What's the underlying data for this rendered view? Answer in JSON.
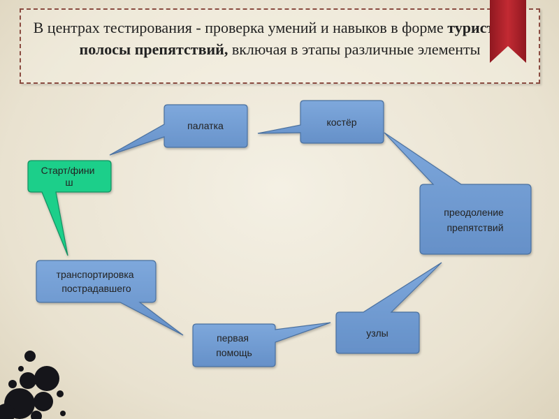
{
  "title": {
    "part1": "В центрах тестирования - проверка умений и навыков в форме ",
    "bold": "туристской полосы препятствий,",
    "part2": " включая в этапы различные элементы"
  },
  "colors": {
    "node_fill": "#6f9bd3",
    "node_stroke": "#4a6f9e",
    "start_fill": "#1fcf8a",
    "start_stroke": "#139061",
    "frame_border": "#8a4b40",
    "ribbon": "#b0202a"
  },
  "nodes": [
    {
      "id": "start",
      "lines": [
        "Старт/фини",
        "ш"
      ]
    },
    {
      "id": "tent",
      "lines": [
        "палатка"
      ]
    },
    {
      "id": "campfire",
      "lines": [
        "костёр"
      ]
    },
    {
      "id": "obstacles",
      "lines": [
        "преодоление",
        "препятствий"
      ]
    },
    {
      "id": "knots",
      "lines": [
        "узлы"
      ]
    },
    {
      "id": "first-aid",
      "lines": [
        "первая",
        "помощь"
      ]
    },
    {
      "id": "transport",
      "lines": [
        "транспортировка",
        "пострадавшего"
      ]
    }
  ]
}
